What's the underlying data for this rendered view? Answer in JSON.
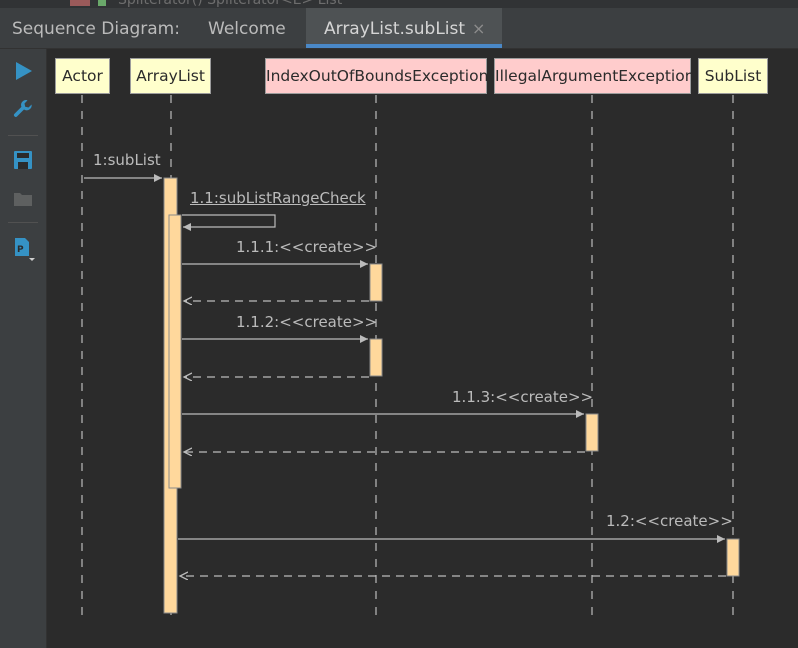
{
  "window": {
    "tool_title": "Sequence Diagram:",
    "tabs": [
      {
        "label": "Welcome",
        "active": false
      },
      {
        "label": "ArrayList.subList",
        "active": true,
        "close_glyph": "×"
      }
    ],
    "background_code_fragment": "Spliterator() Spliterator<E> List"
  },
  "sidebar": {
    "buttons": [
      {
        "icon": "play-icon",
        "color": "#3592c4"
      },
      {
        "icon": "wrench-icon",
        "color": "#3592c4"
      },
      {
        "icon": "save-icon",
        "color": "#3592c4"
      },
      {
        "icon": "folder-icon",
        "color": "#5e6060"
      },
      {
        "icon": "export-icon",
        "color": "#3592c4"
      }
    ]
  },
  "diagram": {
    "lifelines": [
      {
        "label": "Actor",
        "kind": "yellow"
      },
      {
        "label": "ArrayList",
        "kind": "yellow"
      },
      {
        "label": "IndexOutOfBoundsException",
        "kind": "pink"
      },
      {
        "label": "IllegalArgumentException",
        "kind": "pink"
      },
      {
        "label": "SubList",
        "kind": "yellow"
      }
    ],
    "messages": [
      {
        "label": "1:subList",
        "from": "Actor",
        "to": "ArrayList"
      },
      {
        "label": "1.1:subListRangeCheck",
        "from": "ArrayList",
        "to": "ArrayList",
        "self_call": true
      },
      {
        "label": "1.1.1:<<create>>",
        "from": "ArrayList",
        "to": "IndexOutOfBoundsException"
      },
      {
        "label": "1.1.2:<<create>>",
        "from": "ArrayList",
        "to": "IndexOutOfBoundsException"
      },
      {
        "label": "1.1.3:<<create>>",
        "from": "ArrayList",
        "to": "IllegalArgumentException"
      },
      {
        "label": "1.2:<<create>>",
        "from": "ArrayList",
        "to": "SubList"
      }
    ],
    "colors": {
      "activation": "#ffd89c",
      "lifeline": "#bbbbbb",
      "object_yellow": "#ffffcc",
      "object_pink": "#ffcccc",
      "active_tab_underline": "#4a88c7"
    }
  }
}
